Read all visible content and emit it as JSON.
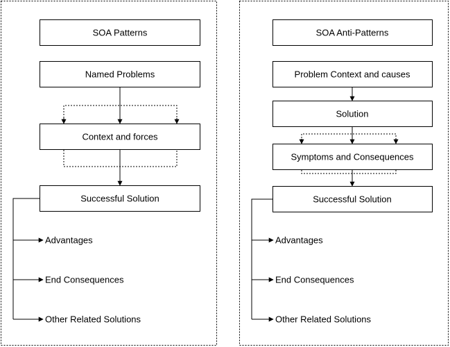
{
  "left": {
    "title": "SOA Patterns",
    "box2": "Named Problems",
    "box3": "Context and forces",
    "solution": "Successful Solution",
    "branches": [
      "Advantages",
      "End Consequences",
      "Other Related Solutions"
    ]
  },
  "right": {
    "title": "SOA Anti-Patterns",
    "box2": "Problem Context and causes",
    "box3": "Solution",
    "box4": "Symptoms and Consequences",
    "solution": "Successful Solution",
    "branches": [
      "Advantages",
      "End Consequences",
      "Other Related Solutions"
    ]
  },
  "colors": {
    "line": "#000000",
    "background": "#ffffff"
  }
}
